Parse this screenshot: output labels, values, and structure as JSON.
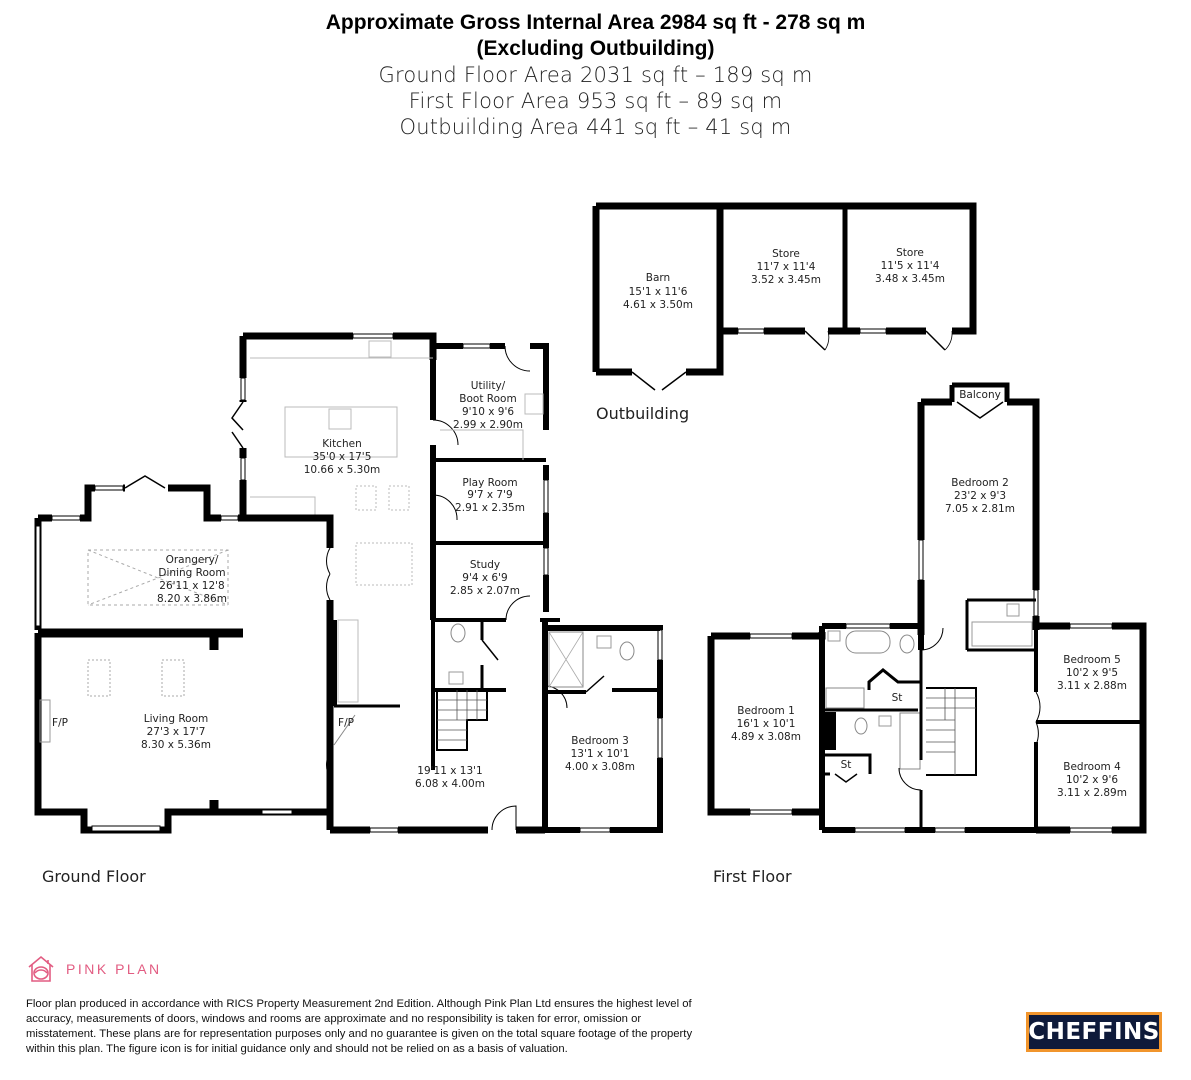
{
  "header": {
    "line1": "Approximate Gross Internal Area 2984 sq ft - 278 sq m",
    "line2": "(Excluding Outbuilding)",
    "ground_floor_area": "Ground Floor Area 2031 sq ft – 189 sq m",
    "first_floor_area": "First Floor Area 953 sq ft – 89 sq m",
    "outbuilding_area": "Outbuilding Area 441 sq ft – 41 sq m"
  },
  "floors": {
    "ground_floor": {
      "label": "Ground Floor",
      "rooms": {
        "kitchen": {
          "name": "Kitchen",
          "imperial": "35'0 x 17'5",
          "metric": "10.66 x 5.30m"
        },
        "utility_line1": "Utility/",
        "utility": {
          "name": "Boot Room",
          "imperial": "9'10 x 9'6",
          "metric": "2.99 x 2.90m"
        },
        "play_room": {
          "name": "Play Room",
          "imperial": "9'7 x 7'9",
          "metric": "2.91 x 2.35m"
        },
        "orangery_line1": "Orangery/",
        "orangery": {
          "name": "Dining Room",
          "imperial": "26'11 x 12'8",
          "metric": "8.20 x 3.86m"
        },
        "study": {
          "name": "Study",
          "imperial": "9'4 x 6'9",
          "metric": "2.85 x 2.07m"
        },
        "living_room": {
          "name": "Living Room",
          "imperial": "27'3 x 17'7",
          "metric": "8.30 x 5.36m"
        },
        "hall": {
          "imperial": "19'11 x 13'1",
          "metric": "6.08 x 4.00m"
        },
        "bedroom_3": {
          "name": "Bedroom 3",
          "imperial": "13'1 x 10'1",
          "metric": "4.00 x 3.08m"
        },
        "fireplace_label": "F/P"
      }
    },
    "first_floor": {
      "label": "First Floor",
      "rooms": {
        "balcony": "Balcony",
        "bedroom_2": {
          "name": "Bedroom 2",
          "imperial": "23'2 x 9'3",
          "metric": "7.05 x 2.81m"
        },
        "bedroom_1": {
          "name": "Bedroom 1",
          "imperial": "16'1 x 10'1",
          "metric": "4.89 x 3.08m"
        },
        "bedroom_5": {
          "name": "Bedroom 5",
          "imperial": "10'2 x 9'5",
          "metric": "3.11 x 2.88m"
        },
        "bedroom_4": {
          "name": "Bedroom 4",
          "imperial": "10'2 x 9'6",
          "metric": "3.11 x 2.89m"
        },
        "store_label": "St"
      }
    },
    "outbuilding": {
      "label": "Outbuilding",
      "rooms": {
        "barn": {
          "name": "Barn",
          "imperial": "15'1 x 11'6",
          "metric": "4.61 x 3.50m"
        },
        "store_1": {
          "name": "Store",
          "imperial": "11'7 x 11'4",
          "metric": "3.52 x 3.45m"
        },
        "store_2": {
          "name": "Store",
          "imperial": "11'5 x 11'4",
          "metric": "3.48 x 3.45m"
        }
      }
    }
  },
  "footer": {
    "brand_name": "PINK PLAN",
    "brand_color": "#e25c82",
    "disclaimer": "Floor plan produced in accordance with RICS Property Measurement 2nd Edition. Although Pink Plan Ltd ensures the highest level of accuracy, measurements of doors, windows and rooms are approximate and no responsibility is taken for error, omission or misstatement. These plans are for representation purposes only and no guarantee is given on the total square footage of the property within this plan. The figure icon is for initial guidance only and should not be relied on as a basis of valuation.",
    "agent_logo_text": "CHEFFINS",
    "agent_logo_bg": "#0e1a3a",
    "agent_logo_border": "#f1952c"
  }
}
